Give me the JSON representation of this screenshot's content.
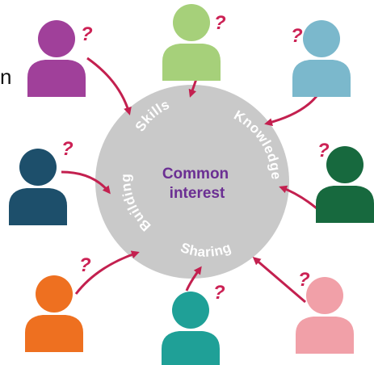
{
  "center": {
    "line1": "Common",
    "line2": "interest",
    "text_color": "#6b2f93",
    "circle_color": "#c9c9c9"
  },
  "ring_words": [
    "Skills",
    "Knowledge",
    "Sharing",
    "Building"
  ],
  "question_mark": "?",
  "colors": {
    "question": "#cc2255",
    "arrow": "#c3204f",
    "purple_person": "#a0409a",
    "lime_person": "#a6d07a",
    "light_blue_person": "#7bb8cc",
    "navy_person": "#1d4f6b",
    "green_person": "#17693e",
    "orange_person": "#ee7020",
    "teal_person": "#1fa097",
    "pink_person": "#f1a0a8"
  },
  "left_edge_char": "n"
}
